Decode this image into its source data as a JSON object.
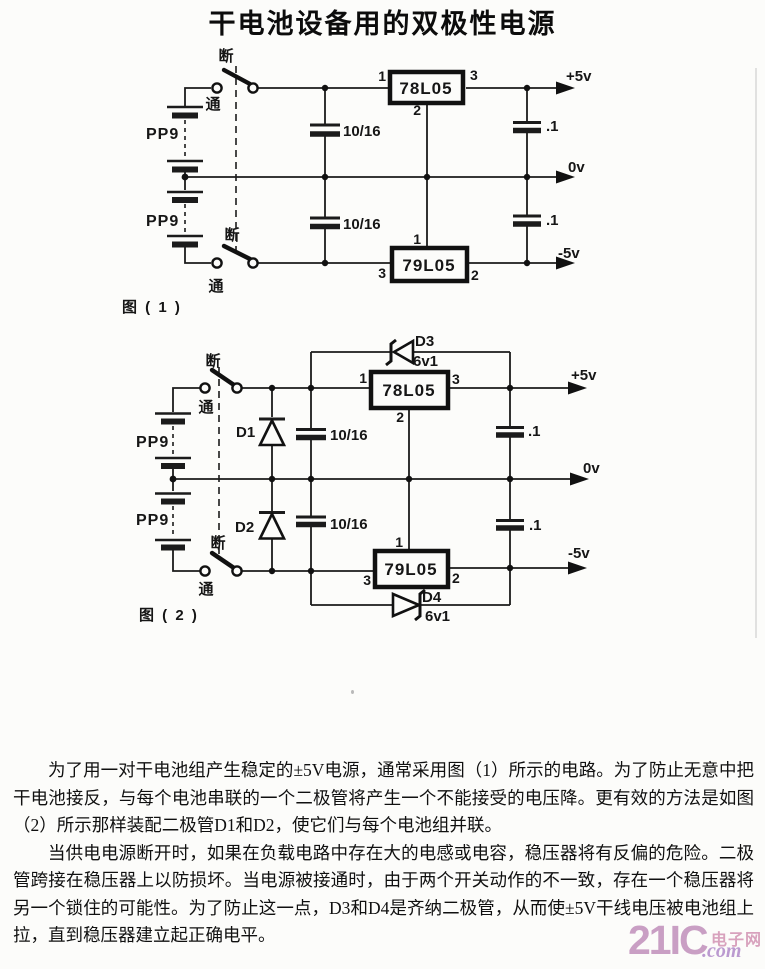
{
  "title": "干电池设备用的双极性电源",
  "fig1": {
    "caption": "图 ( 1 )",
    "battery_label": "PP9",
    "switch_off": "断",
    "switch_on": "通",
    "input_cap": "10/16",
    "output_cap": ".1",
    "pos_regulator": "78L05",
    "neg_regulator": "79L05",
    "pin1": "1",
    "pin2": "2",
    "pin3": "3",
    "out_pos": "+5v",
    "out_zero": "0v",
    "out_neg": "-5v"
  },
  "fig2": {
    "caption": "图 ( 2 )",
    "battery_label": "PP9",
    "switch_off": "断",
    "switch_on": "通",
    "input_cap": "10/16",
    "output_cap": ".1",
    "pos_regulator": "78L05",
    "neg_regulator": "79L05",
    "pin1": "1",
    "pin2": "2",
    "pin3": "3",
    "out_pos": "+5v",
    "out_zero": "0v",
    "out_neg": "-5v",
    "d1": "D1",
    "d2": "D2",
    "d3": "D3",
    "d4": "D4",
    "zener_voltage": "6v1"
  },
  "body": {
    "p1": "为了用一对干电池组产生稳定的±5V电源，通常采用图（1）所示的电路。为了防止无意中把干电池接反，与每个电池串联的一个二极管将产生一个不能接受的电压降。更有效的方法是如图（2）所示那样装配二极管D1和D2，使它们与每个电池组并联。",
    "p2": "当供电电源断开时，如果在负载电路中存在大的电感或电容，稳压器将有反偏的危险。二极管跨接在稳压器上以防损坏。当电源被接通时，由于两个开关动作的不一致，存在一个稳压器将另一个锁住的可能性。为了防止这一点，D3和D4是齐纳二极管，从而使±5V干线电压被电池组上拉，直到稳压器建立起正确电平。"
  },
  "logo": {
    "brand": "21IC",
    "cn_text": "电子网",
    "com_text": ".com",
    "brand_color": "#c99fc4",
    "cn_color": "#d8a2bd",
    "com_color": "#bb9ad0"
  }
}
